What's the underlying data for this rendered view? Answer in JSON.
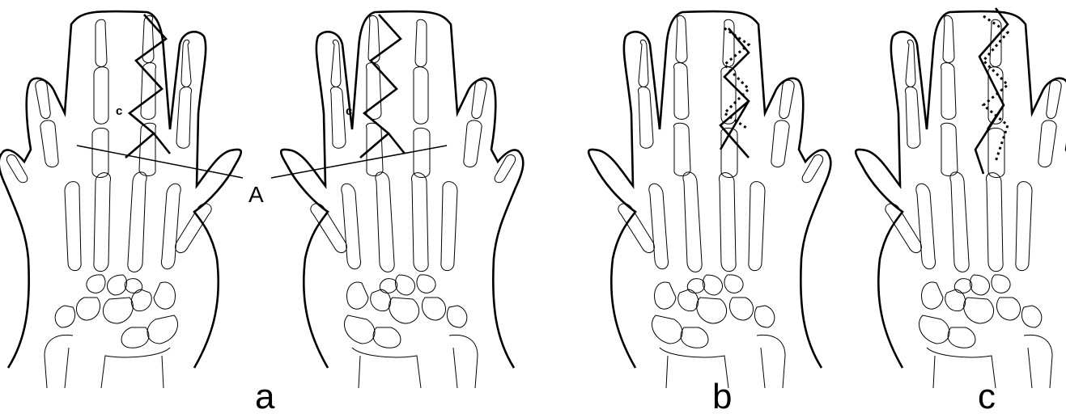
{
  "figure": {
    "panels": [
      {
        "label": "a"
      },
      {
        "label": "b"
      },
      {
        "label": "c"
      }
    ],
    "annotations": {
      "c_left": "c",
      "c_right": "c",
      "A": "A"
    }
  }
}
